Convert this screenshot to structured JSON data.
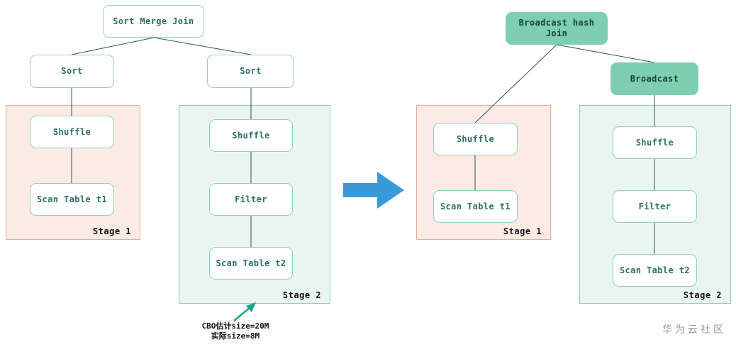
{
  "left_plan": {
    "root": "Sort Merge Join",
    "sort_left": "Sort",
    "sort_right": "Sort",
    "stage1": {
      "label": "Stage 1",
      "shuffle": "Shuffle",
      "scan": "Scan Table t1"
    },
    "stage2": {
      "label": "Stage 2",
      "shuffle": "Shuffle",
      "filter": "Filter",
      "scan": "Scan Table t2"
    },
    "annotation": {
      "line1": "CBO估计size=20M",
      "line2": "实际size=8M"
    }
  },
  "right_plan": {
    "root": "Broadcast hash Join",
    "broadcast": "Broadcast",
    "stage1": {
      "label": "Stage 1",
      "shuffle": "Shuffle",
      "scan": "Scan Table t1"
    },
    "stage2": {
      "label": "Stage 2",
      "shuffle": "Shuffle",
      "filter": "Filter",
      "scan": "Scan Table t2"
    }
  },
  "watermark": "华为云社区",
  "colors": {
    "stage1_fill": "#fbebe4",
    "stage1_border": "#e7ae98",
    "stage2_fill": "#eaf5f1",
    "stage2_border": "#8ccbb7",
    "node_border": "#8fd0bd",
    "node_text": "#2b6f69",
    "highlight_node": "#7ecfb2",
    "transform_arrow": "#3a9ad9",
    "annotation_arrow": "#1aa58a"
  },
  "icons": {
    "transform_arrow": "right-arrow-icon",
    "annotation_arrow": "pointer-arrow-icon"
  }
}
